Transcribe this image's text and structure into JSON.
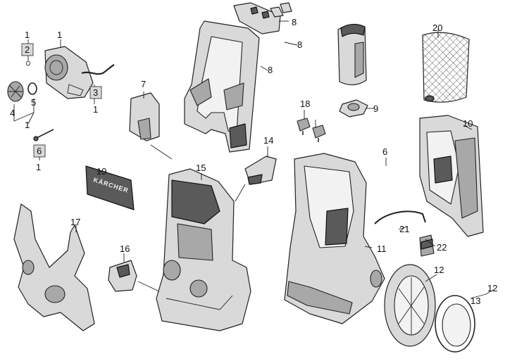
{
  "diagram": {
    "brand_text": "KÄRCHER",
    "callouts": {
      "c1a": "1",
      "c1b": "1",
      "c1c": "1",
      "c1d": "1",
      "c1e": "1",
      "c2": "2",
      "c3": "3",
      "c4": "4",
      "c5": "5",
      "c6a": "6",
      "c6b": "6",
      "c7": "7",
      "c8a": "8",
      "c8b": "8",
      "c8c": "8",
      "c9": "9",
      "c10": "10",
      "c11": "11",
      "c12a": "12",
      "c12b": "12",
      "c13": "13",
      "c14": "14",
      "c15": "15",
      "c16": "16",
      "c17": "17",
      "c18": "18",
      "c19": "19",
      "c20": "20",
      "c21": "21",
      "c22": "22"
    }
  }
}
